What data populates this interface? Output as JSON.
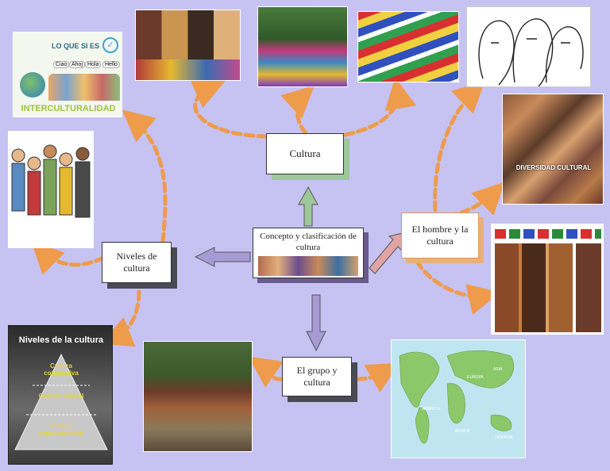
{
  "nodes": {
    "center": "Concepto y clasificación de cultura",
    "cultura": "Cultura",
    "niveles": "Niveles de cultura",
    "hombre": "El hombre y la cultura",
    "grupo": "El grupo y cultura"
  },
  "image_text": {
    "interculturalidad_top": "LO QUE SI ES",
    "interculturalidad_bottom": "INTERCULTURALIDAD",
    "interculturalidad_bubble1": "Hola",
    "interculturalidad_bubble2": "Ahoj",
    "interculturalidad_bubble3": "Hello",
    "interculturalidad_bubble4": "Ciao",
    "diversidad": "DIVERSIDAD CULTURAL",
    "niveles_title": "Niveles de la cultura",
    "niveles_level1": "Cultura corporativa",
    "niveles_level2": "Cultura laboral",
    "niveles_level3": "Cultura organizacional",
    "map_europa": "EUROPA",
    "map_asia": "ASIA",
    "map_america": "AMÉRICA",
    "map_africa": "ÁFRICA",
    "map_oceania": "OCEANÍA"
  },
  "colors": {
    "background": "#c6c3f3",
    "connector": "#ef9b4c",
    "block_arrow_green": "#9ec79a",
    "block_arrow_purple": "#a79bd4",
    "block_arrow_pink": "#e0a4a4"
  }
}
